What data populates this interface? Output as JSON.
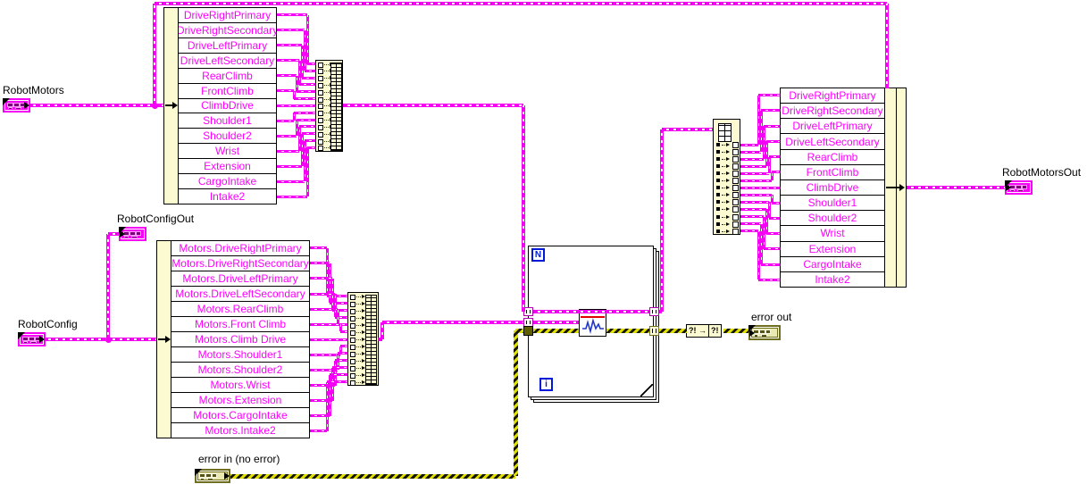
{
  "terminals": {
    "robot_motors": {
      "label": "RobotMotors"
    },
    "robot_config_out": {
      "label": "RobotConfigOut"
    },
    "robot_config": {
      "label": "RobotConfig"
    },
    "error_in": {
      "label": "error in (no error)"
    },
    "error_out": {
      "label": "error out"
    },
    "robot_motors_out": {
      "label": "RobotMotorsOut"
    }
  },
  "nodes": {
    "unbundle_motors": {
      "fields": [
        "DriveRightPrimary",
        "DriveRightSecondary",
        "DriveLeftPrimary",
        "DriveLeftSecondary",
        "RearClimb",
        "FrontClimb",
        "ClimbDrive",
        "Shoulder1",
        "Shoulder2",
        "Wrist",
        "Extension",
        "CargoIntake",
        "Intake2"
      ]
    },
    "unbundle_config": {
      "fields": [
        "Motors.DriveRightPrimary",
        "Motors.DriveRightSecondary",
        "Motors.DriveLeftPrimary",
        "Motors.DriveLeftSecondary",
        "Motors.RearClimb",
        "Motors.Front Climb",
        "Motors.Climb Drive",
        "Motors.Shoulder1",
        "Motors.Shoulder2",
        "Motors.Wrist",
        "Motors.Extension",
        "Motors.CargoIntake",
        "Motors.Intake2"
      ]
    },
    "bundle_motors": {
      "fields": [
        "DriveRightPrimary",
        "DriveRightSecondary",
        "DriveLeftPrimary",
        "DriveLeftSecondary",
        "RearClimb",
        "FrontClimb",
        "ClimbDrive",
        "Shoulder1",
        "Shoulder2",
        "Wrist",
        "Extension",
        "CargoIntake",
        "Intake2"
      ]
    },
    "for_loop": {
      "count_label": "N",
      "iteration_label": "i"
    },
    "error_converter": {
      "segments": [
        "?! →",
        "?!"
      ]
    }
  },
  "colors": {
    "wire_magenta": "#F500F5",
    "field_text": "#FF00FF",
    "node_fill": "#FCFAD0",
    "loop_blue": "#0018D8",
    "error_dark": "#6F6F1F",
    "error_stripe_yellow": "#DFDF00",
    "subvi_red": "#E00000",
    "subvi_blue": "#2038C8"
  }
}
